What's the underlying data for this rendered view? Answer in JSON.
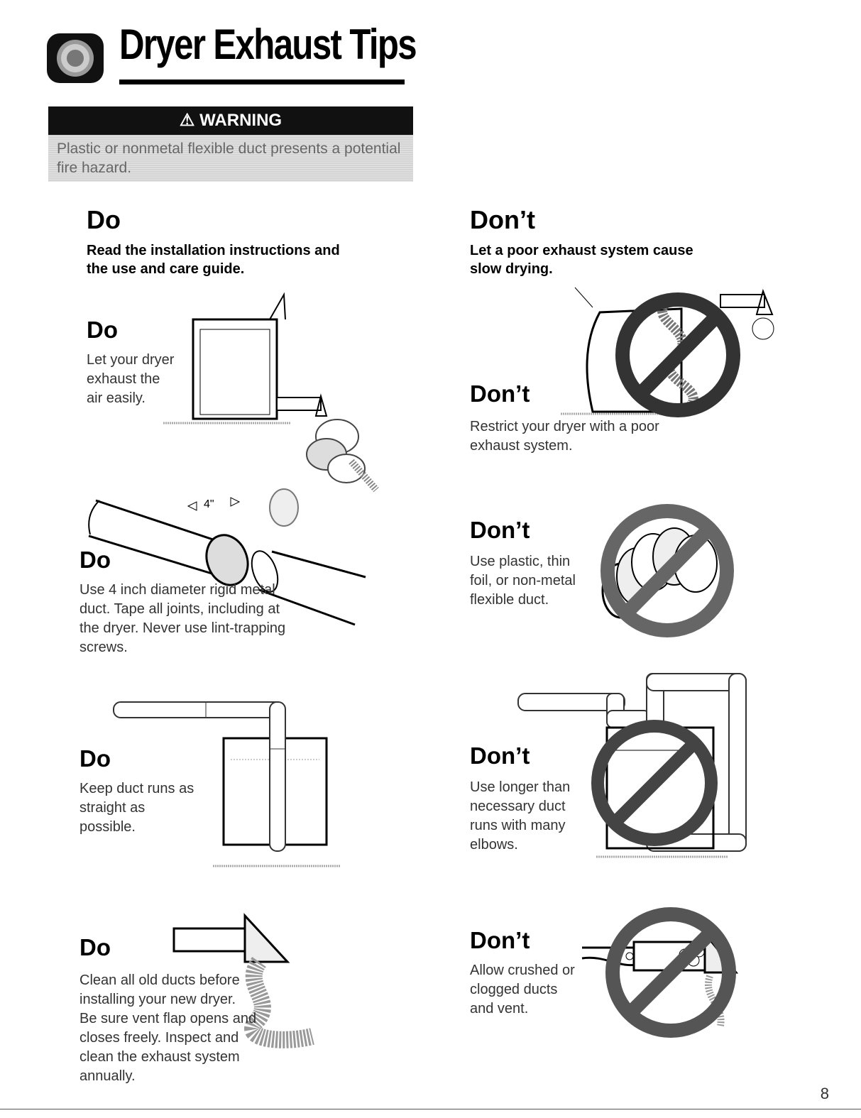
{
  "page": {
    "title": "Dryer Exhaust Tips",
    "page_number": "8"
  },
  "warning": {
    "label": "WARNING",
    "text": "Plastic or nonmetal flexible duct presents a potential fire hazard."
  },
  "left": {
    "heading": "Do",
    "subheading": "Read the installation instructions and the use and care guide.",
    "tips": [
      {
        "heading": "Do",
        "text": "Let your dryer exhaust the air easily."
      },
      {
        "heading": "Do",
        "text": "Use 4 inch diameter rigid metal duct. Tape all joints, including at the dryer. Never use lint-trapping screws."
      },
      {
        "heading": "Do",
        "text": "Keep duct runs as straight as possible."
      },
      {
        "heading": "Do",
        "text": "Clean all old ducts before installing your new dryer. Be sure vent flap opens and closes freely. Inspect and clean the exhaust system annually."
      }
    ]
  },
  "right": {
    "heading": "Don’t",
    "subheading": "Let a poor exhaust system cause slow drying.",
    "tips": [
      {
        "heading": "Don’t",
        "text": "Restrict your dryer with a poor exhaust system."
      },
      {
        "heading": "Don’t",
        "text": "Use plastic, thin foil, or non-metal flexible duct."
      },
      {
        "heading": "Don’t",
        "text": "Use longer than necessary duct runs with many elbows."
      },
      {
        "heading": "Don’t",
        "text": "Allow crushed or clogged ducts and vent."
      }
    ]
  },
  "figure_labels": {
    "duct_diameter": "4\""
  }
}
